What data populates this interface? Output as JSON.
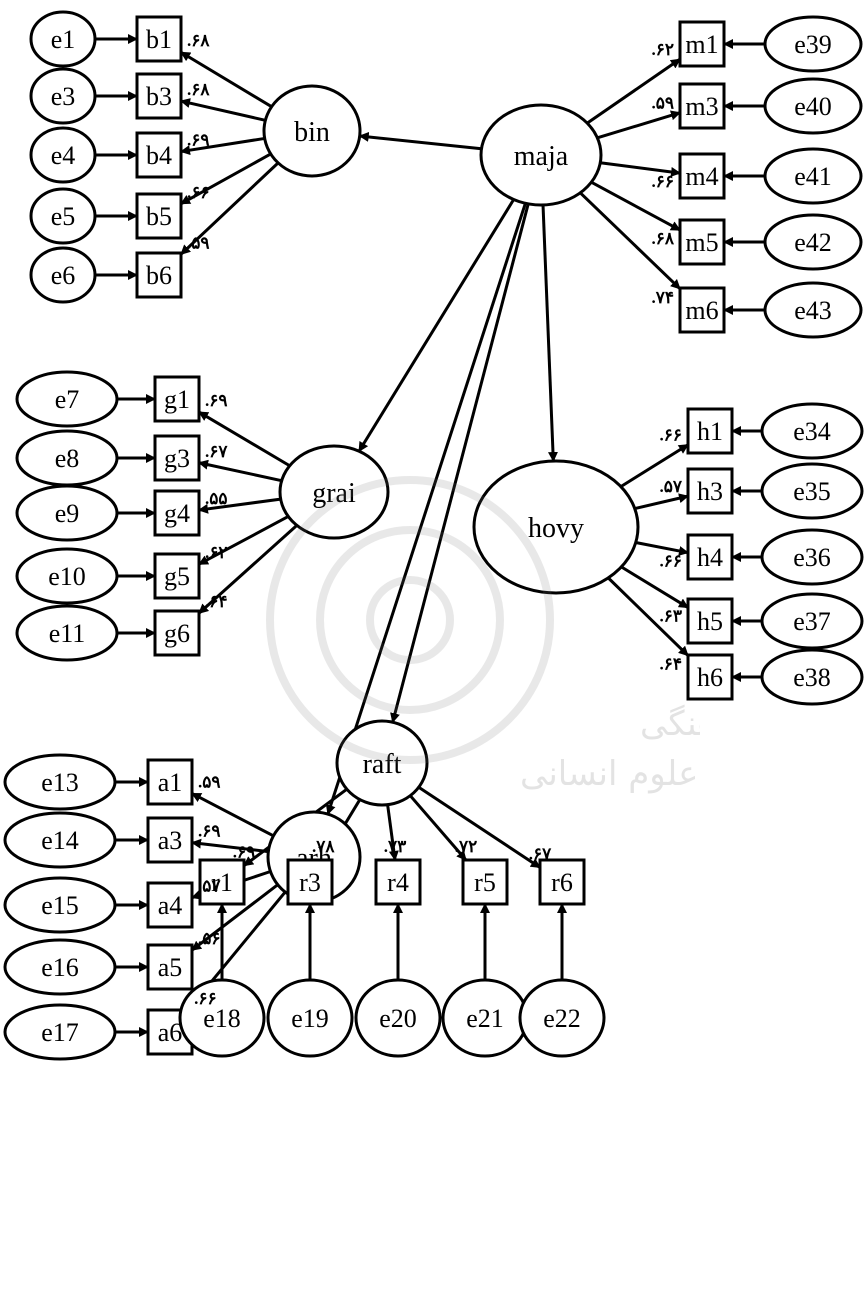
{
  "latents": [
    {
      "id": "maja",
      "label": "maja"
    },
    {
      "id": "bin",
      "label": "bin"
    },
    {
      "id": "grai",
      "label": "grai"
    },
    {
      "id": "hovy",
      "label": "hovy"
    },
    {
      "id": "arh",
      "label": "arh"
    },
    {
      "id": "raft",
      "label": "raft"
    }
  ],
  "indicators": [
    {
      "id": "b1",
      "label": "b1",
      "error": "e1",
      "loading": ".۶۸"
    },
    {
      "id": "b3",
      "label": "b3",
      "error": "e3",
      "loading": ".۶۸"
    },
    {
      "id": "b4",
      "label": "b4",
      "error": "e4",
      "loading": ".۶۹"
    },
    {
      "id": "b5",
      "label": "b5",
      "error": "e5",
      "loading": ".۶۶"
    },
    {
      "id": "b6",
      "label": "b6",
      "error": "e6",
      "loading": ".۵۹"
    },
    {
      "id": "g1",
      "label": "g1",
      "error": "e7",
      "loading": ".۶۹"
    },
    {
      "id": "g3",
      "label": "g3",
      "error": "e8",
      "loading": ".۶۷"
    },
    {
      "id": "g4",
      "label": "g4",
      "error": "e9",
      "loading": ".۵۵"
    },
    {
      "id": "g5",
      "label": "g5",
      "error": "e10",
      "loading": ".۶۲"
    },
    {
      "id": "g6",
      "label": "g6",
      "error": "e11",
      "loading": ".۶۴"
    },
    {
      "id": "a1",
      "label": "a1",
      "error": "e13",
      "loading": ".۵۹"
    },
    {
      "id": "a3",
      "label": "a3",
      "error": "e14",
      "loading": ".۶۹"
    },
    {
      "id": "a4",
      "label": "a4",
      "error": "e15",
      "loading": ".۵۷"
    },
    {
      "id": "a5",
      "label": "a5",
      "error": "e16",
      "loading": ".۵۶"
    },
    {
      "id": "a6",
      "label": "a6",
      "error": "e17",
      "loading": ".۶۶"
    },
    {
      "id": "m1",
      "label": "m1",
      "error": "e39",
      "loading": ".۶۲"
    },
    {
      "id": "m3",
      "label": "m3",
      "error": "e40",
      "loading": ".۵۹"
    },
    {
      "id": "m4",
      "label": "m4",
      "error": "e41",
      "loading": ".۶۶"
    },
    {
      "id": "m5",
      "label": "m5",
      "error": "e42",
      "loading": ".۶۸"
    },
    {
      "id": "m6",
      "label": "m6",
      "error": "e43",
      "loading": ".۷۴"
    },
    {
      "id": "h1",
      "label": "h1",
      "error": "e34",
      "loading": ".۶۶"
    },
    {
      "id": "h3",
      "label": "h3",
      "error": "e35",
      "loading": ".۵۷"
    },
    {
      "id": "h4",
      "label": "h4",
      "error": "e36",
      "loading": ".۶۶"
    },
    {
      "id": "h5",
      "label": "h5",
      "error": "e37",
      "loading": ".۶۳"
    },
    {
      "id": "h6",
      "label": "h6",
      "error": "e38",
      "loading": ".۶۴"
    },
    {
      "id": "r1",
      "label": "r1",
      "error": "e18",
      "loading": ".۶۹"
    },
    {
      "id": "r3",
      "label": "r3",
      "error": "e19",
      "loading": ".۷۸"
    },
    {
      "id": "r4",
      "label": "r4",
      "error": "e20",
      "loading": ".۷۳"
    },
    {
      "id": "r5",
      "label": "r5",
      "error": "e21",
      "loading": ".۷۲"
    },
    {
      "id": "r6",
      "label": "r6",
      "error": "e22",
      "loading": ".۶۷"
    }
  ],
  "watermark": {
    "line1": "پژوهشگاه علوم انسانی و مطالعات فرهنگی",
    "line2": "پرتال جامع علوم انسانی"
  }
}
